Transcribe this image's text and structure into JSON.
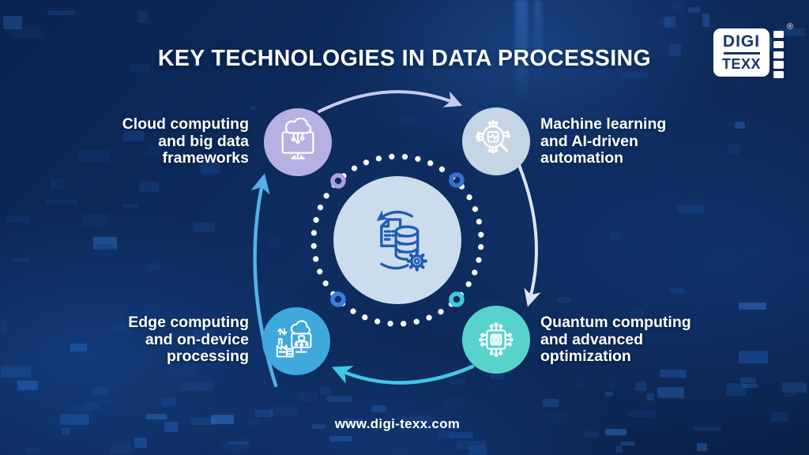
{
  "title": "KEY TECHNOLOGIES IN DATA PROCESSING",
  "logo": {
    "top": "DIGI",
    "bottom": "TEXX",
    "registered": "®"
  },
  "footer": {
    "url": "www.digi-texx.com"
  },
  "center": {
    "icon": "data-processing-cycle-icon",
    "circle_color": "#cddcec",
    "icon_color": "#1d5cb4",
    "dot_ring_color": "#ffffff"
  },
  "nodes": {
    "cloud": {
      "label": "Cloud computing\nand big data\nframeworks",
      "icon": "cloud-monitor-icon",
      "circle_color": "#b6b1e2",
      "ring_color": "#a8a3dc"
    },
    "ml": {
      "label": "Machine learning\nand AI-driven\nautomation",
      "icon": "ai-chip-magnifier-icon",
      "circle_color": "#c6d5e3",
      "ring_color": "#3a6fd0"
    },
    "edge": {
      "label": "Edge computing\nand on-device\nprocessing",
      "icon": "factory-device-icon",
      "circle_color": "#3fa9dd",
      "ring_color": "#3b7ce2"
    },
    "quantum": {
      "label": "Quantum computing\nand advanced\noptimization",
      "icon": "quantum-chip-icon",
      "circle_color": "#57d3cb",
      "ring_color": "#3ecad7"
    }
  },
  "arrows": {
    "cloud_to_ml": "#c7cbf1",
    "ml_to_quantum": "#dfe3f7",
    "quantum_to_edge": "#40c8ea",
    "edge_to_cloud": "#54b1e6"
  },
  "background": {
    "base": "#0d2b5c",
    "dark": "#071c40",
    "tile_accent": "#2a6ac4"
  }
}
